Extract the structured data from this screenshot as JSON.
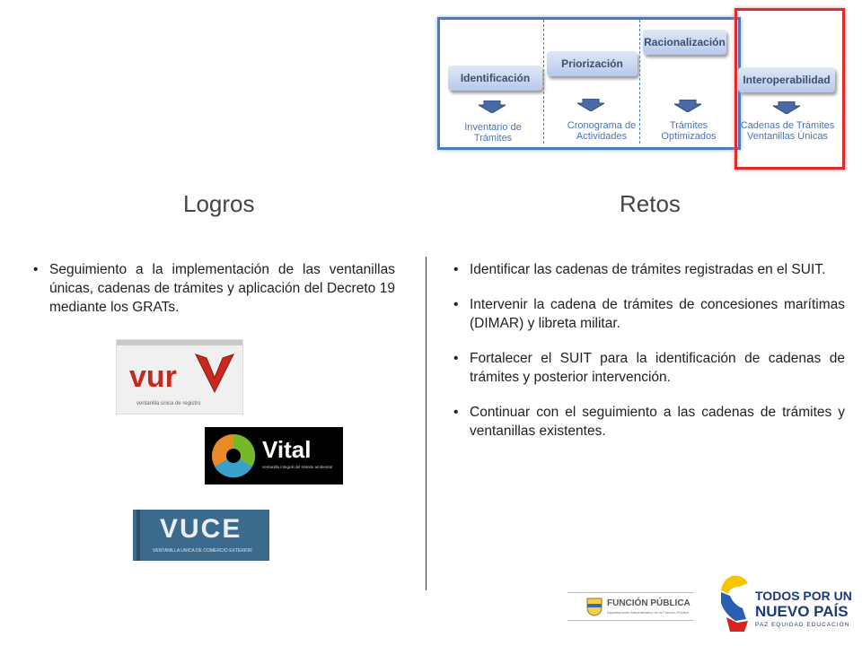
{
  "process": {
    "steps": [
      {
        "label": "Identificación",
        "output": "Inventario de Trámites"
      },
      {
        "label": "Priorización",
        "output": "Cronograma de Actividades"
      },
      {
        "label": "Racionalización",
        "output": "Trámites Optimizados"
      },
      {
        "label": "Interoperabilidad",
        "output": "Cadenas de Trámites Ventanillas Únicas"
      }
    ]
  },
  "logros": {
    "title": "Logros",
    "items": [
      "Seguimiento a la implementación de las ventanillas únicas, cadenas de trámites y aplicación del Decreto 19 mediante los GRATs."
    ],
    "logos": {
      "vur": {
        "brand": "vur",
        "caption": "ventanilla única de registro"
      },
      "vital": {
        "brand": "Vital",
        "caption": "ventanilla integral del trámite ambiental"
      },
      "vuce": {
        "brand": "VUCE",
        "caption": "VENTANILLA UNICA DE COMERCIO EXTERIOR"
      }
    }
  },
  "retos": {
    "title": "Retos",
    "items": [
      "Identificar las cadenas de trámites registradas en el SUIT.",
      "Intervenir la cadena de trámites de concesiones marítimas (DIMAR) y libreta militar.",
      "Fortalecer el SUIT para la identificación de cadenas de trámites y posterior intervención.",
      "Continuar con el seguimiento a las cadenas de trámites y ventanillas existentes."
    ]
  },
  "footer": {
    "funcion_publica": {
      "name": "FUNCIÓN PÚBLICA",
      "subtitle": "Departamento Administrativo de la Función Pública"
    },
    "gobierno": {
      "line1": "TODOS POR UN",
      "line2": "NUEVO PAÍS",
      "line3": "PAZ  EQUIDAD  EDUCACIÓN"
    }
  },
  "colors": {
    "frame_blue": "#4a7ac4",
    "frame_red": "#e12b2b",
    "step_text": "#3b4f73"
  }
}
